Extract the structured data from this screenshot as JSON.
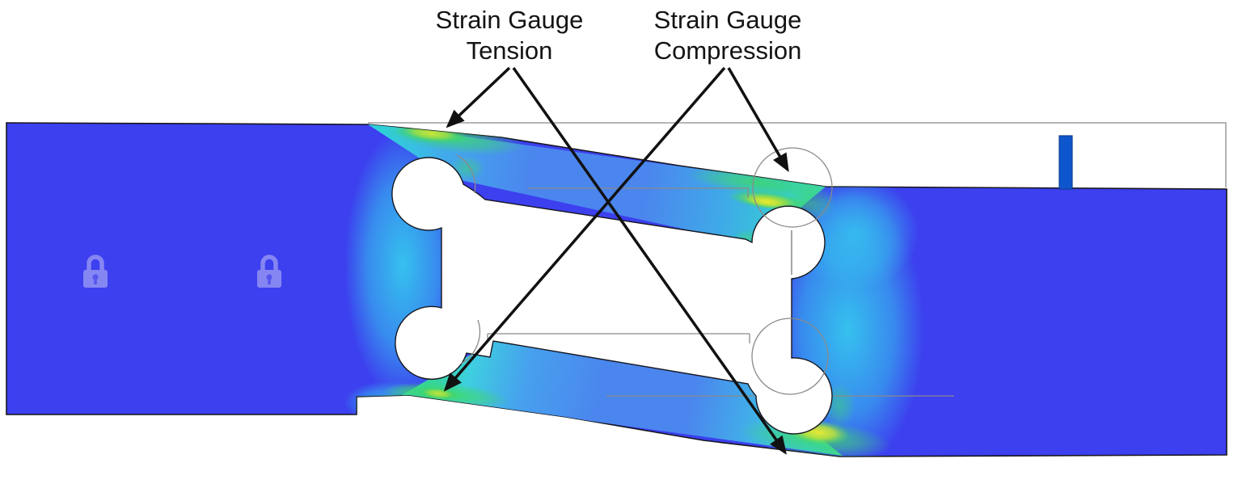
{
  "figure": {
    "type": "fea-stress-plot",
    "description": "Finite element stress plot of a binocular strain gauge load cell, deformed shape with undeformed outline",
    "background_color": "#ffffff"
  },
  "annotations": {
    "tension_label": {
      "line1": "Strain Gauge",
      "line2": "Tension"
    },
    "compression_label": {
      "line1": "Strain Gauge",
      "line2": "Compression"
    },
    "arrow_color": "#111111"
  },
  "palette": {
    "body_blue": "#3c40ee",
    "beam_blue": "#4b86ee",
    "cyan": "#35c8ee",
    "green": "#3ed86a",
    "yellow_green": "#d6e832",
    "yellow": "#f2ec2e",
    "undeformed_outline_gray": "#8a8a8a",
    "edge_black": "#16161e",
    "load_bar_blue": "#0d56cd",
    "lock_icon_color": "#9898f4",
    "text_color": "#141414"
  },
  "icons": {
    "lock": "fixed-constraint padlock",
    "load_bar": "applied-load indicator bar"
  }
}
